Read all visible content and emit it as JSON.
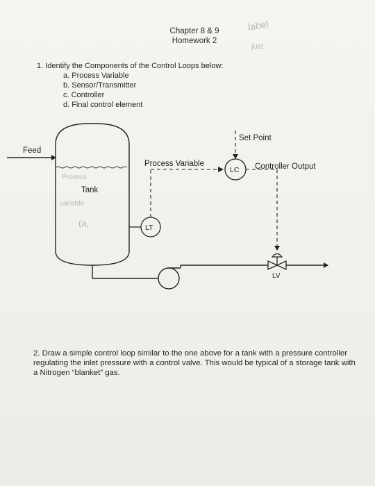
{
  "header": {
    "line1": "Chapter 8 & 9",
    "line2": "Homework 2"
  },
  "question1": {
    "stem": "1. Identify the Components of the Control Loops below:",
    "items": [
      "a. Process Variable",
      "b. Sensor/Transmitter",
      "c. Controller",
      "d. Final control element"
    ]
  },
  "diagram": {
    "feed": "Feed",
    "tank": "Tank",
    "set_point": "Set Point",
    "process_variable": "Process Variable",
    "controller_output": "Controller Output",
    "lc": "LC",
    "lt": "LT",
    "lv": "LV"
  },
  "question2": {
    "text": "2. Draw a simple control loop similar to the one above for a tank with a pressure controller regulating the inlet pressure with a control valve. This would be typical of a storage tank with a Nitrogen “blanket” gas."
  },
  "pencil_notes": {
    "label": "label",
    "process": "Process",
    "variable": "variable",
    "a": "(a,",
    "just": "just"
  },
  "colors": {
    "ink": "#222222",
    "pencil": "#b7b7b7",
    "paper": "#f3f2ee"
  }
}
